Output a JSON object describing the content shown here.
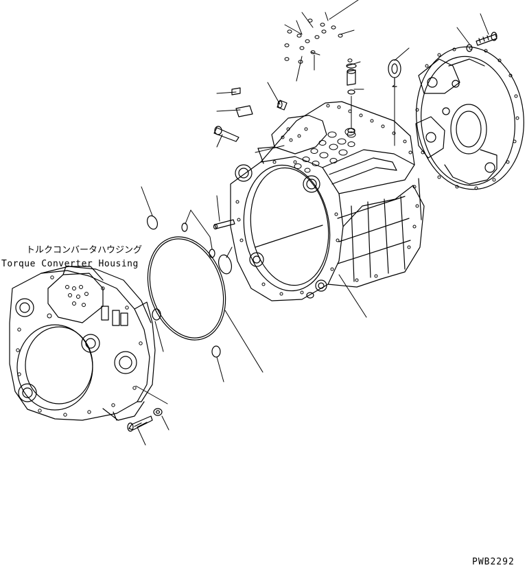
{
  "callout": {
    "japanese": "トルクコンバータハウジング",
    "english": "Torque Converter Housing"
  },
  "drawing_ref": "PWB2292",
  "colors": {
    "line": "#000000",
    "background": "#ffffff"
  }
}
